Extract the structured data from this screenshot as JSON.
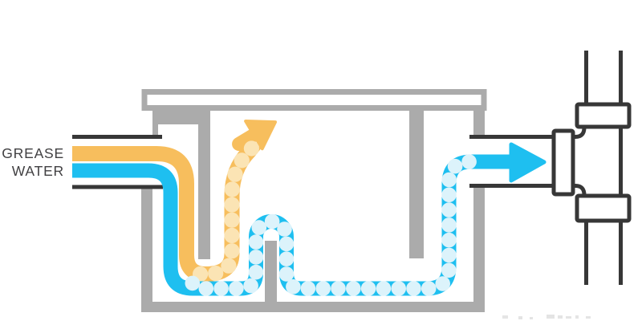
{
  "labels": {
    "grease": "GREASE",
    "water": "WATER"
  },
  "icons": {
    "grease_rise_arrow": "arrow-up-right",
    "water_outlet_arrow": "arrow-right"
  },
  "colors": {
    "grease": "#F7BE5D",
    "grease_bubble": "#FBE4B4",
    "water": "#1EBFF0",
    "water_bubble": "#DCF3FB",
    "tank_gray": "#ABABAB",
    "pipe_dark": "#373737",
    "label_text": "#414042"
  }
}
